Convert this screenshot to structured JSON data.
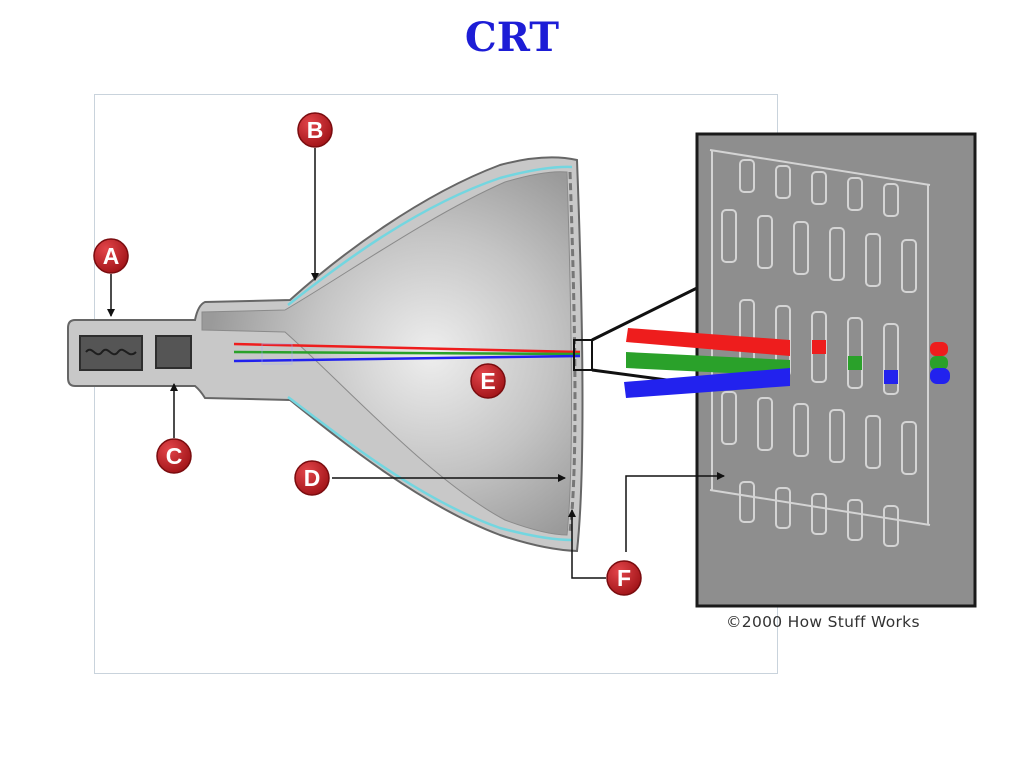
{
  "title": "CRT",
  "labels": {
    "a": "A",
    "b": "B",
    "c": "C",
    "d": "D",
    "e": "E",
    "f": "F"
  },
  "credit": "©2000 How Stuff Works",
  "colors": {
    "title": "#1d1dd6",
    "beam_red": "#ee1d1d",
    "beam_green": "#2aa12a",
    "beam_blue": "#2222ee",
    "label_fill": "#b4171b",
    "phosphor_coating": "#73d6e0",
    "tube_glass": "#9a9a9a",
    "mask_panel": "#8e8e8e"
  }
}
